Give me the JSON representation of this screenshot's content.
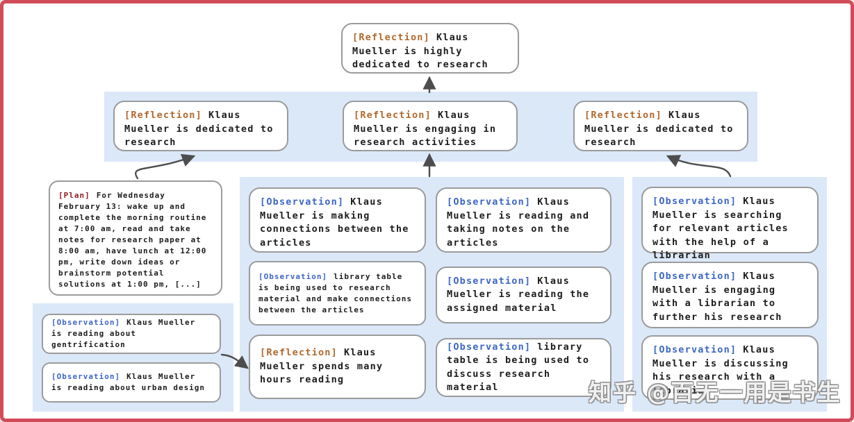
{
  "colors": {
    "frame_border": "#d14b59",
    "panel_background": "#dbe8f8",
    "box_border": "#9b9b9b",
    "reflection_tag": "#b0682c",
    "observation_tag": "#3c66c6",
    "plan_tag": "#8e1d1d",
    "arrow": "#4d4d4d"
  },
  "watermark": "知乎 @百无一用是书生",
  "nodes": {
    "root": {
      "tag": "[Reflection]",
      "text": "Klaus Mueller is highly dedicated to research"
    },
    "level2": [
      {
        "tag": "[Reflection]",
        "text": "Klaus Mueller is dedicated to research"
      },
      {
        "tag": "[Reflection]",
        "text": "Klaus Mueller is engaging in research activities"
      },
      {
        "tag": "[Reflection]",
        "text": "Klaus Mueller is dedicated to research"
      }
    ],
    "plan": {
      "tag": "[Plan]",
      "text": "For Wednesday February 13: wake up and complete the morning routine at 7:00 am, read and take notes for research paper at 8:00 am, have lunch at 12:00 pm, write down ideas or brainstorm potential solutions at 1:00 pm, [...]"
    },
    "left_panel": [
      {
        "tag": "[Observation]",
        "text": "Klaus Mueller is reading about gentrification"
      },
      {
        "tag": "[Observation]",
        "text": "Klaus Mueller is reading about urban design"
      }
    ],
    "middle_col_a": [
      {
        "tag": "[Observation]",
        "text": "Klaus Mueller is making connections between the articles"
      },
      {
        "tag": "[Observation]",
        "text": "library table is being used to research material and make connections between the articles"
      },
      {
        "tag": "[Reflection]",
        "text": "Klaus Mueller spends many hours reading"
      }
    ],
    "middle_col_b": [
      {
        "tag": "[Observation]",
        "text": "Klaus Mueller is reading and taking notes on the articles"
      },
      {
        "tag": "[Observation]",
        "text": "Klaus Mueller is reading the assigned material"
      },
      {
        "tag": "[Observation]",
        "text": "library table is being used to discuss research material"
      }
    ],
    "right_col": [
      {
        "tag": "[Observation]",
        "text": "Klaus Mueller is searching for relevant articles with the help of a librarian"
      },
      {
        "tag": "[Observation]",
        "text": "Klaus Mueller is engaging with a librarian to further his research"
      },
      {
        "tag": "[Observation]",
        "text": "Klaus Mueller is discussing his research with a librarian"
      }
    ]
  }
}
